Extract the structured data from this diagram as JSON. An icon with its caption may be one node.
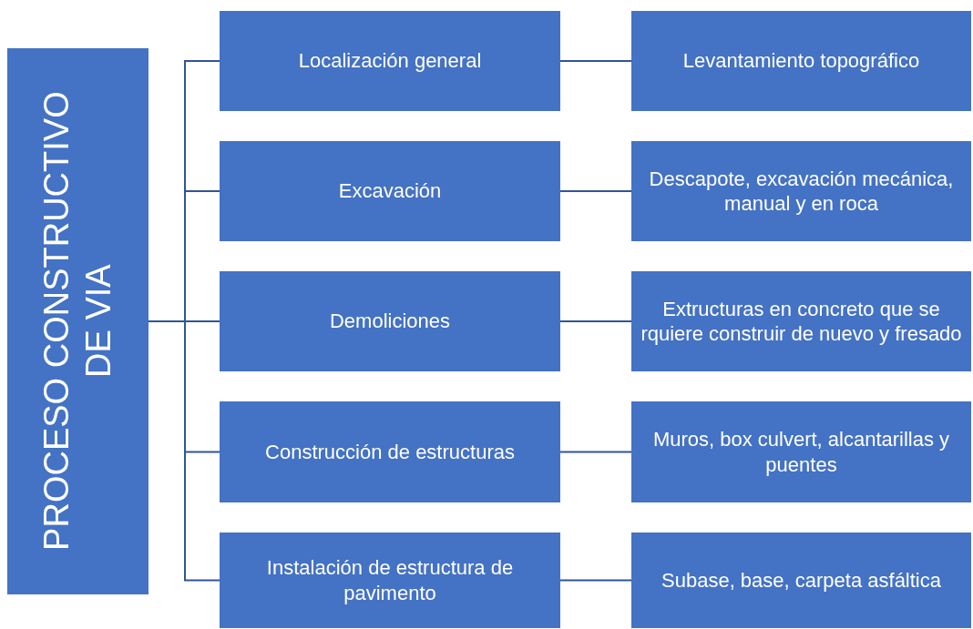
{
  "diagram": {
    "nodes": [
      {
        "text": [
          "PROCESO CONSTRUCTIVO DE VIA"
        ]
      },
      {
        "text": [
          "Localización general"
        ]
      },
      {
        "text": [
          "Levantamiento topográfico"
        ]
      },
      {
        "text": [
          "Excavación"
        ]
      },
      {
        "text": [
          "Descapote, excavación mecánica, manual y en roca"
        ]
      },
      {
        "text": [
          "Demoliciones"
        ]
      },
      {
        "text": [
          "Extructuras en concreto que se rquiere construir de nuevo y fresado"
        ]
      },
      {
        "text": [
          "Construcción de estructuras"
        ]
      },
      {
        "text": [
          "Muros, box culvert, alcantarillas y puentes"
        ]
      },
      {
        "text": [
          "Instalación de estructura de pavimento"
        ]
      },
      {
        "text": [
          "Subase, base, carpeta asfáltica"
        ]
      }
    ],
    "edges": [
      {
        "from": 0,
        "to": 1,
        "arrow": "none"
      },
      {
        "from": 0,
        "to": 3,
        "arrow": "none"
      },
      {
        "from": 0,
        "to": 5,
        "arrow": "none"
      },
      {
        "from": 0,
        "to": 7,
        "arrow": "none"
      },
      {
        "from": 0,
        "to": 9,
        "arrow": "none"
      },
      {
        "from": 1,
        "to": 2,
        "arrow": "none"
      },
      {
        "from": 3,
        "to": 4,
        "arrow": "none"
      },
      {
        "from": 5,
        "to": 6,
        "arrow": "none"
      },
      {
        "from": 7,
        "to": 8,
        "arrow": "none"
      },
      {
        "from": 9,
        "to": 10,
        "arrow": "none"
      }
    ]
  }
}
